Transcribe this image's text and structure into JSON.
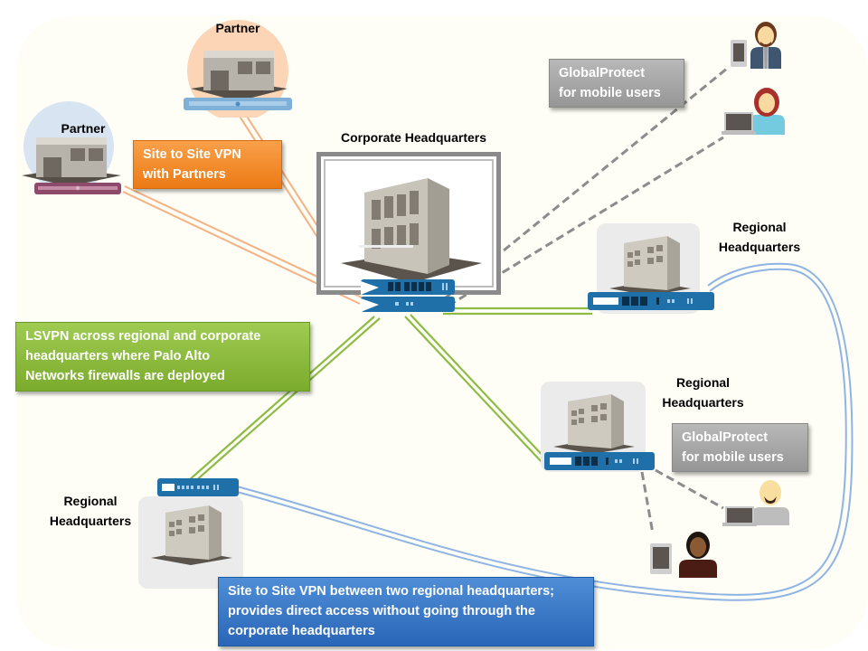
{
  "diagram": {
    "nodes": {
      "partner_top": {
        "label": "Partner"
      },
      "partner_left": {
        "label": "Partner"
      },
      "corporate_hq": {
        "label": "Corporate Headquarters"
      },
      "regional_hq_right": {
        "label_line1": "Regional",
        "label_line2": "Headquarters"
      },
      "regional_hq_mid": {
        "label_line1": "Regional",
        "label_line2": "Headquarters"
      },
      "regional_hq_left": {
        "label_line1": "Regional",
        "label_line2": "Headquarters"
      }
    },
    "callouts": {
      "site_to_site_partners": {
        "line1": "Site to Site VPN",
        "line2": "with Partners"
      },
      "lsvpn": {
        "line1": "LSVPN across regional and corporate",
        "line2": "headquarters  where Palo Alto",
        "line3": "Networks firewalls are deployed"
      },
      "globalprotect_top": {
        "line1": "GlobalProtect",
        "line2": "for mobile users"
      },
      "globalprotect_mid": {
        "line1": "GlobalProtect",
        "line2": "for mobile users"
      },
      "site_to_site_regional": {
        "line1": "Site to Site VPN between two regional headquarters;",
        "line2": "provides direct access without going through the",
        "line3": "corporate headquarters"
      }
    },
    "connections": [
      {
        "from": "partner_top",
        "to": "corporate_hq",
        "type": "site-to-site-vpn",
        "color": "#f4b183"
      },
      {
        "from": "partner_left",
        "to": "corporate_hq",
        "type": "site-to-site-vpn",
        "color": "#f4b183"
      },
      {
        "from": "corporate_hq",
        "to": "regional_hq_right",
        "type": "lsvpn",
        "color": "#8dbb44"
      },
      {
        "from": "corporate_hq",
        "to": "regional_hq_mid",
        "type": "lsvpn",
        "color": "#8dbb44"
      },
      {
        "from": "corporate_hq",
        "to": "regional_hq_left",
        "type": "lsvpn",
        "color": "#8dbb44"
      },
      {
        "from": "corporate_hq",
        "to": "mobile_user_phone",
        "type": "globalprotect",
        "color": "#8c8c8c"
      },
      {
        "from": "corporate_hq",
        "to": "mobile_user_laptop",
        "type": "globalprotect",
        "color": "#8c8c8c"
      },
      {
        "from": "regional_hq_mid",
        "to": "mobile_user_laptop_2",
        "type": "globalprotect",
        "color": "#8c8c8c"
      },
      {
        "from": "regional_hq_mid",
        "to": "mobile_user_tablet",
        "type": "globalprotect",
        "color": "#8c8c8c"
      },
      {
        "from": "regional_hq_left",
        "to": "regional_hq_right",
        "type": "site-to-site-vpn",
        "color": "#8fb4e3"
      }
    ],
    "colors": {
      "background": "#fefef6",
      "orange": "#ec7a14",
      "green": "#7bab2c",
      "gray": "#969696",
      "blue": "#2a66b8",
      "firewall": "#1f6fa8"
    }
  }
}
